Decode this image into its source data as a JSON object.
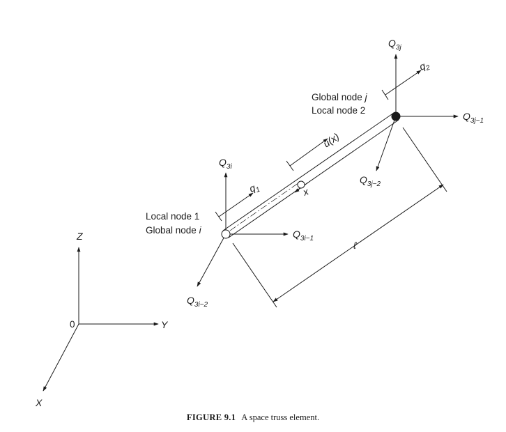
{
  "axes": {
    "origin": "0",
    "z": "Z",
    "y": "Y",
    "x": "X"
  },
  "nodes": {
    "i": {
      "local": "Local node 1",
      "global_prefix": "Global node ",
      "global_var": "i",
      "dof_up": {
        "base": "Q",
        "sub": "3i"
      },
      "dof_right": {
        "base": "Q",
        "sub": "3i−1"
      },
      "dof_down": {
        "base": "Q",
        "sub": "3i−2"
      },
      "local_dof": {
        "base": "q",
        "sub": "1"
      }
    },
    "j": {
      "global_prefix": "Global node ",
      "global_var": "j",
      "local": "Local node 2",
      "dof_up": {
        "base": "Q",
        "sub": "3j"
      },
      "dof_right": {
        "base": "Q",
        "sub": "3j−1"
      },
      "dof_down": {
        "base": "Q",
        "sub": "3j−2"
      },
      "local_dof": {
        "base": "q",
        "sub": "2"
      }
    }
  },
  "element": {
    "displacement": "u(x)",
    "position_var": "x",
    "length": "ℓ"
  },
  "caption": {
    "label": "FIGURE 9.1",
    "text": "A space truss element."
  }
}
